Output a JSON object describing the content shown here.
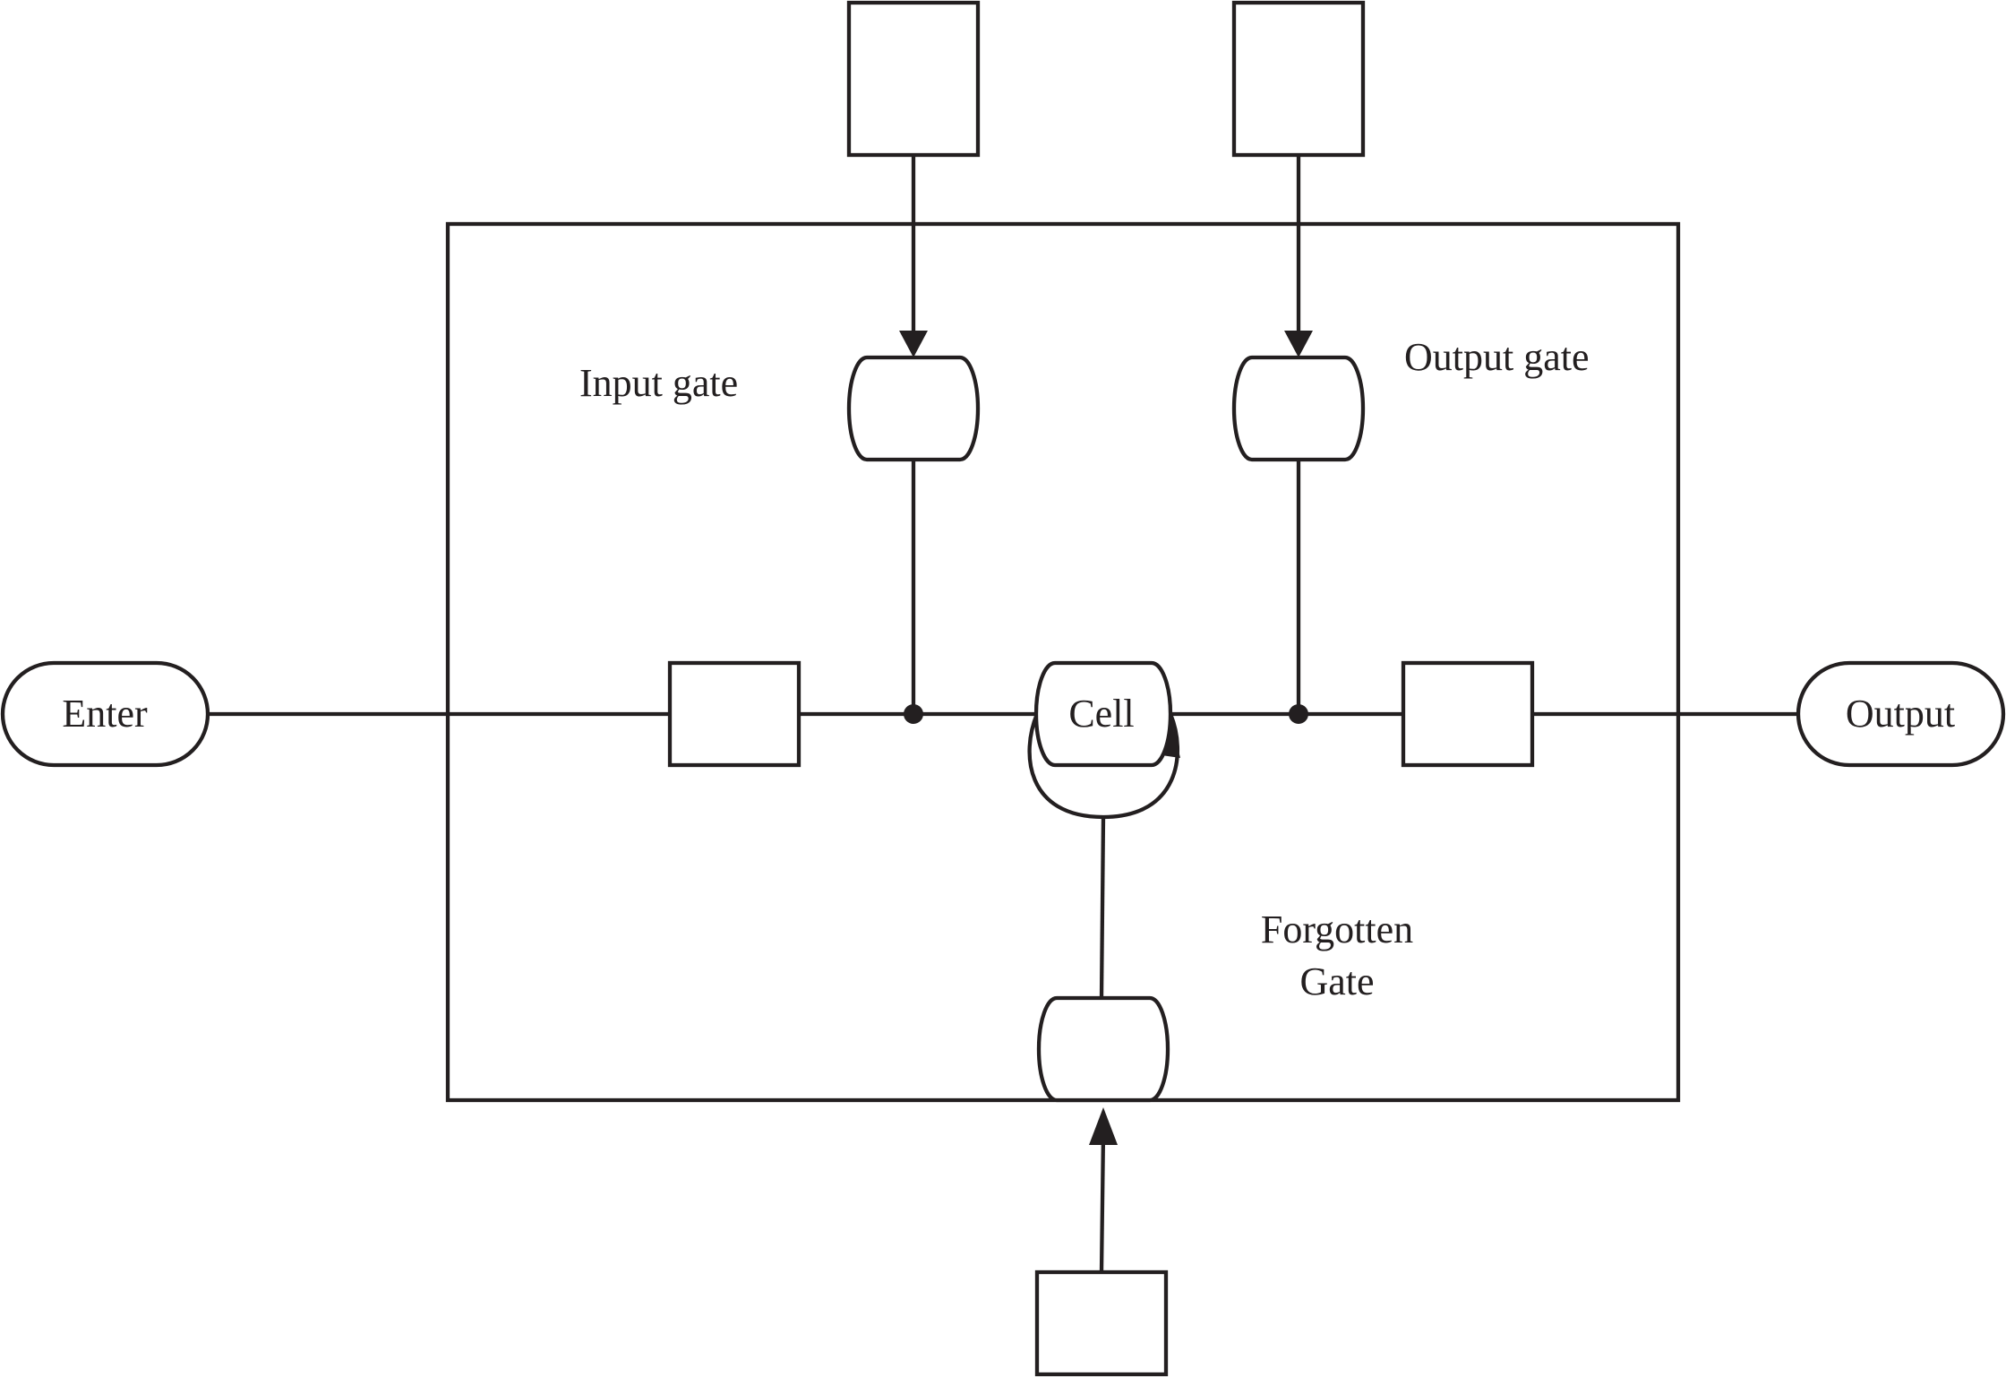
{
  "diagram": {
    "nodes": {
      "enter": "Enter",
      "output": "Output",
      "cell": "Cell"
    },
    "labels": {
      "input_gate": "Input gate",
      "output_gate": "Output gate",
      "forgotten_gate_line1": "Forgotten",
      "forgotten_gate_line2": "Gate"
    },
    "colors": {
      "stroke": "#231f20",
      "background": "#ffffff"
    }
  }
}
